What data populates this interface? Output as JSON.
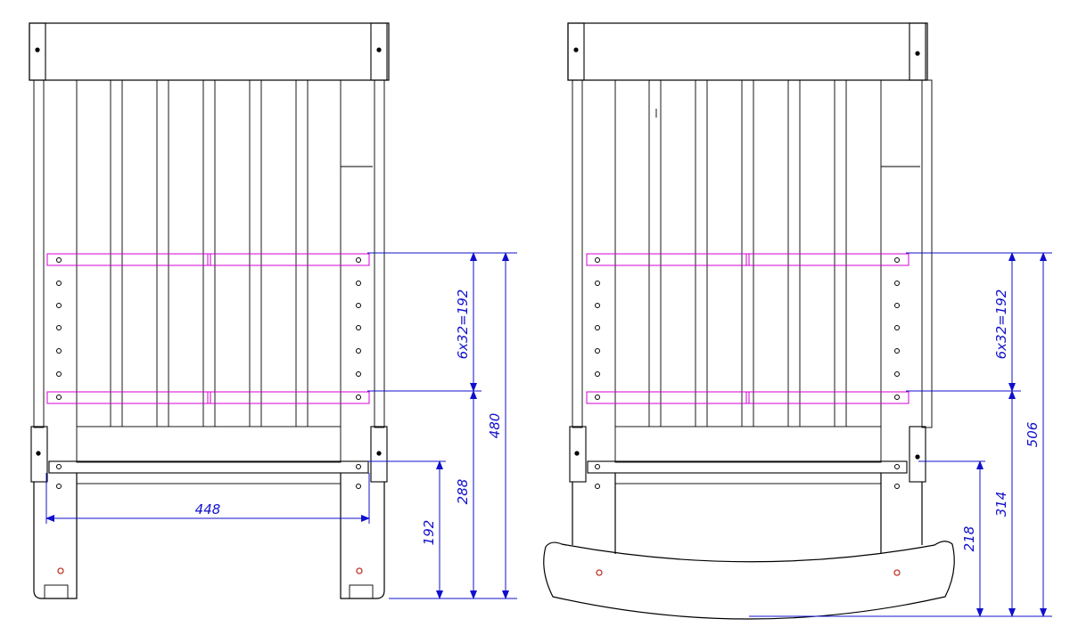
{
  "diagram": {
    "views": [
      {
        "name": "left-view",
        "dimensions": {
          "slat_spacing": "6x32=192",
          "overall_height": "480",
          "middle_height": "288",
          "seat_height": "192",
          "seat_width": "448"
        }
      },
      {
        "name": "right-view",
        "dimensions": {
          "slat_spacing": "6x32=192",
          "overall_height": "506",
          "middle_height": "314",
          "seat_height": "218"
        }
      }
    ],
    "colors": {
      "outline": "#000000",
      "hatch": "#c0392b",
      "dimension": "#1010cc",
      "hidden_frame": "#d400d4"
    }
  }
}
